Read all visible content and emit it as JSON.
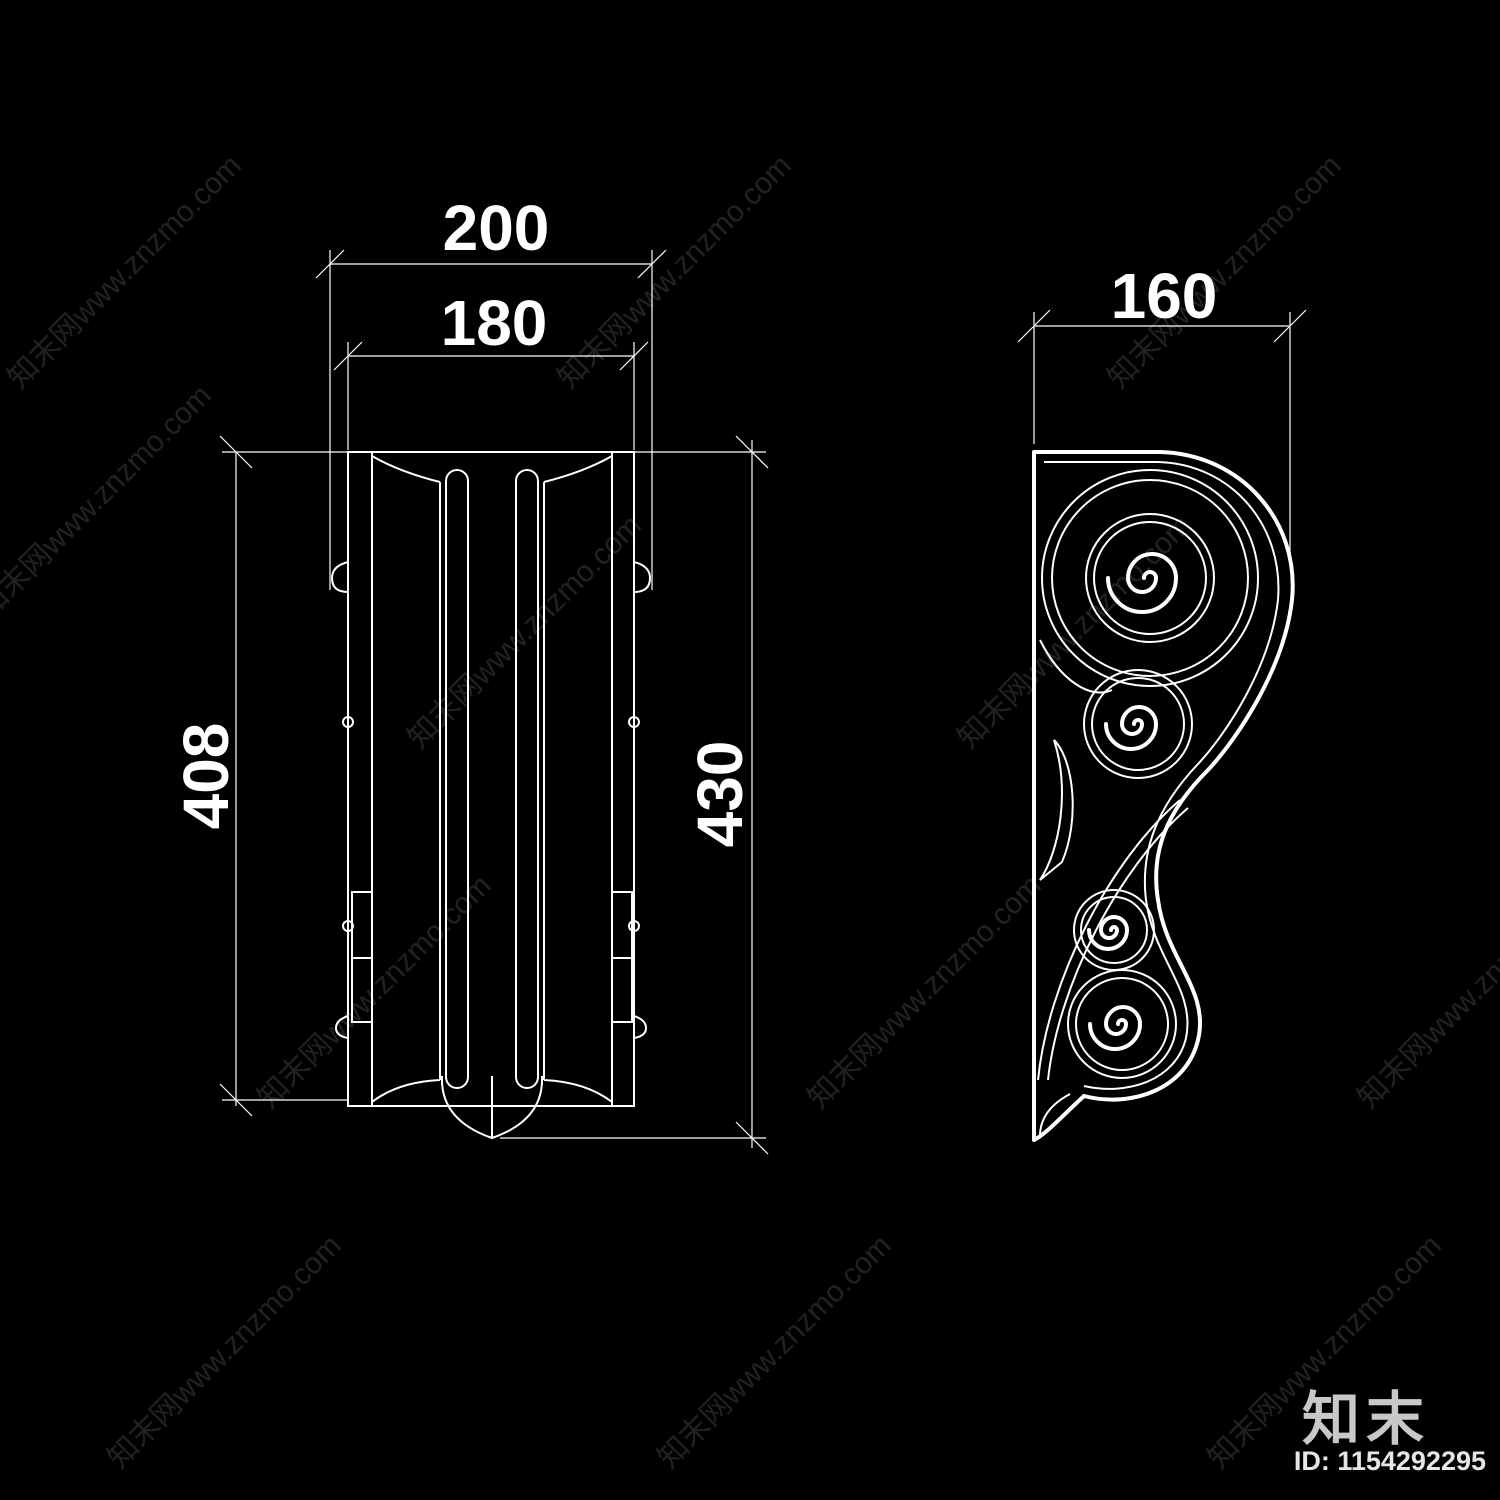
{
  "watermark": {
    "text": "知末网www.znzmo.com",
    "logo": "知末",
    "id": "ID: 1154292295"
  },
  "front_view": {
    "dim_top_outer": "200",
    "dim_top_inner": "180",
    "dim_left": "408",
    "dim_right": "430"
  },
  "side_view": {
    "dim_top": "160"
  }
}
